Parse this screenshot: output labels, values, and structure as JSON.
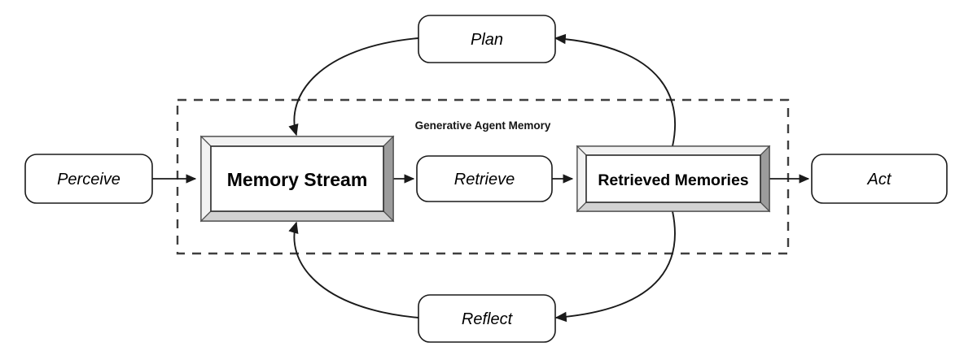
{
  "diagram": {
    "title": "Generative Agent Memory",
    "background_color": "#ffffff",
    "line_color": "#1a1a1a",
    "frame_shadow_color": "#9c9c9c",
    "frame_highlight_color": "#f2f2f2",
    "boundary": {
      "label": "Generative Agent Memory",
      "style": "dashed",
      "color": "#3f3f3f"
    },
    "nodes": {
      "perceive": {
        "label": "Perceive",
        "style": "rounded",
        "emphasis": "italic"
      },
      "memory_stream": {
        "label": "Memory Stream",
        "style": "beveled-frame",
        "emphasis": "bold"
      },
      "retrieve": {
        "label": "Retrieve",
        "style": "rounded",
        "emphasis": "italic"
      },
      "retrieved_memories": {
        "label": "Retrieved Memories",
        "style": "beveled-frame",
        "emphasis": "bold"
      },
      "act": {
        "label": "Act",
        "style": "rounded",
        "emphasis": "italic"
      },
      "plan": {
        "label": "Plan",
        "style": "rounded",
        "emphasis": "italic"
      },
      "reflect": {
        "label": "Reflect",
        "style": "rounded",
        "emphasis": "italic"
      }
    },
    "edges": [
      {
        "from": "perceive",
        "to": "memory_stream",
        "kind": "straight"
      },
      {
        "from": "memory_stream",
        "to": "retrieve",
        "kind": "straight"
      },
      {
        "from": "retrieve",
        "to": "retrieved_memories",
        "kind": "straight"
      },
      {
        "from": "retrieved_memories",
        "to": "act",
        "kind": "straight"
      },
      {
        "from": "retrieved_memories",
        "to": "plan",
        "kind": "curve"
      },
      {
        "from": "plan",
        "to": "memory_stream",
        "kind": "curve"
      },
      {
        "from": "retrieved_memories",
        "to": "reflect",
        "kind": "curve"
      },
      {
        "from": "reflect",
        "to": "memory_stream",
        "kind": "curve"
      }
    ]
  }
}
